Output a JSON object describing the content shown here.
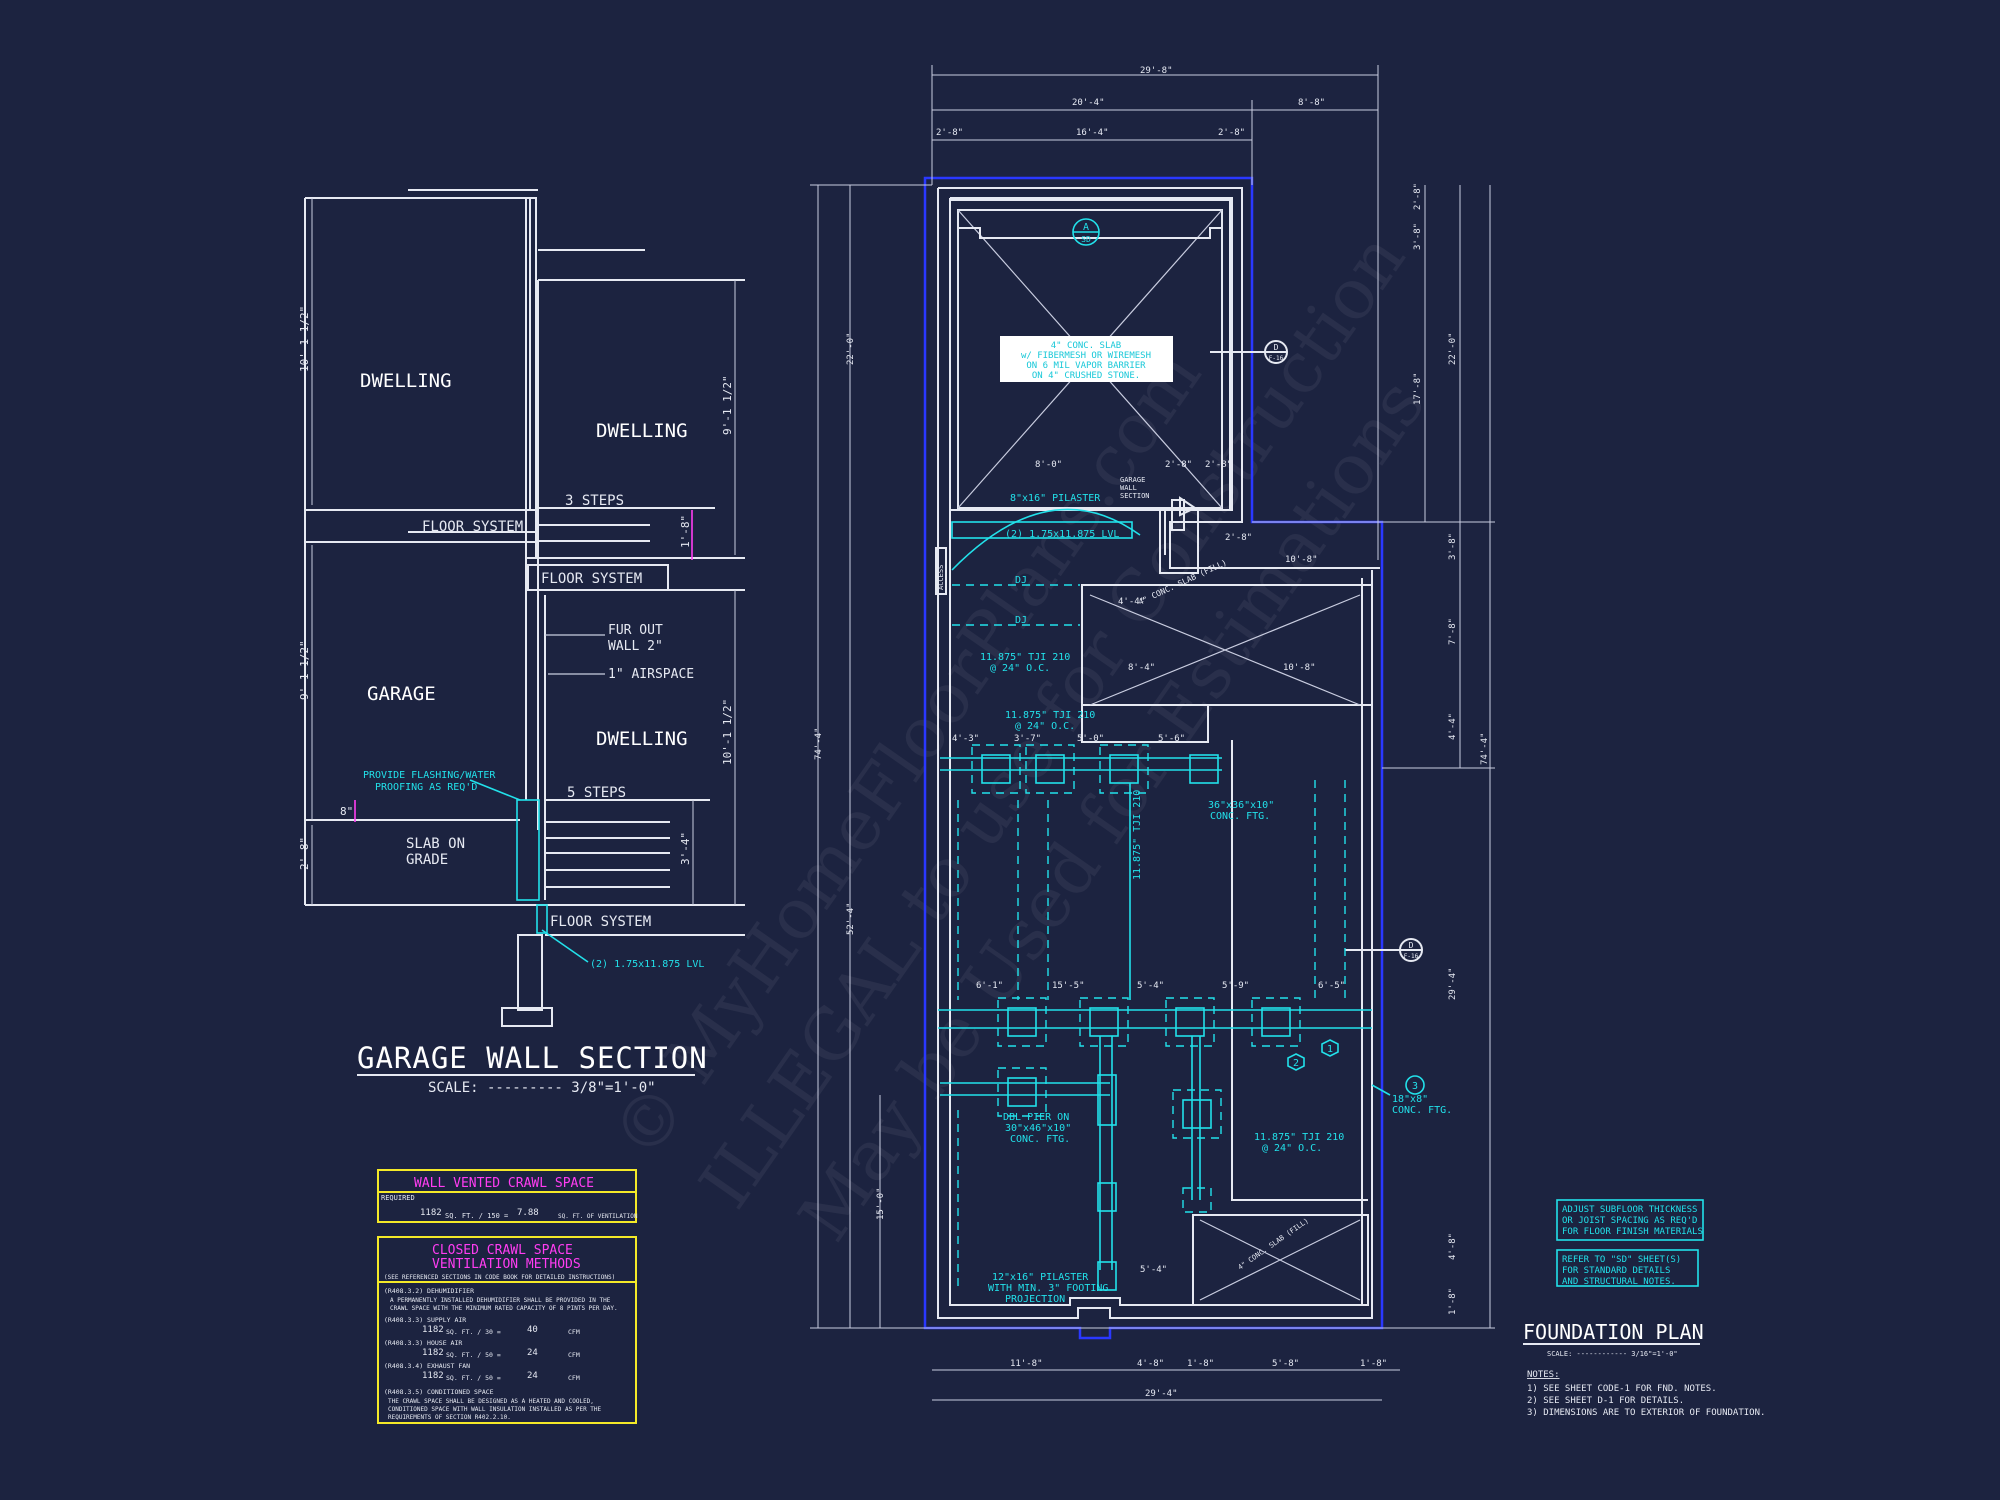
{
  "watermark": {
    "line1": "© MyHomeFloorPlans.com",
    "line2": "ILLEGAL to use for Construction",
    "line3": "May be Used for Estimations"
  },
  "section": {
    "title": "GARAGE WALL SECTION",
    "scale": "SCALE: --------- 3/8\"=1'-0\"",
    "labels": {
      "dwelling_upper_left": "DWELLING",
      "dwelling_upper_right": "DWELLING",
      "three_steps": "3 STEPS",
      "floor_system_1": "FLOOR SYSTEM",
      "floor_system_2": "FLOOR SYSTEM",
      "fur_out_1": "FUR OUT",
      "fur_out_2": "WALL 2\"",
      "airspace": "1\" AIRSPACE",
      "garage": "GARAGE",
      "dwelling_lower": "DWELLING",
      "flashing_1": "PROVIDE FLASHING/WATER",
      "flashing_2": "PROOFING AS REQ'D",
      "five_steps": "5 STEPS",
      "slab_1": "SLAB ON",
      "slab_2": "GRADE",
      "floor_system_3": "FLOOR SYSTEM",
      "lvl": "(2) 1.75x11.875 LVL"
    },
    "dims": {
      "d1": "10'-1 1/2\"",
      "d2": "9'-1 1/2\"",
      "d3": "1'-8\"",
      "d4": "9'-1 1/2\"",
      "d5": "10'-1 1/2\"",
      "d6": "8\"",
      "d7": "2'-8\"",
      "d8": "3'-4\""
    }
  },
  "crawl_vented": {
    "title": "WALL VENTED CRAWL SPACE",
    "required": "REQUIRED",
    "area": "1182",
    "calc": "SQ. FT. / 150 =",
    "result": "7.88",
    "unit": "SQ. FT. OF VENTILATION"
  },
  "crawl_closed": {
    "title1": "CLOSED CRAWL SPACE",
    "title2": "VENTILATION METHODS",
    "subtitle": "(SEE REFERENCED SECTIONS IN CODE BOOK FOR DETAILED INSTRUCTIONS)",
    "dehum_title": "(R408.3.2) DEHUMIDIFIER",
    "dehum_1": "A PERMANENTLY INSTALLED DEHUMIDIFIER SHALL BE PROVIDED IN THE",
    "dehum_2": "CRAWL SPACE WITH THE MINIMUM RATED CAPACITY OF 8 PINTS PER DAY.",
    "supply_title": "(R408.3.3) SUPPLY AIR",
    "supply_area": "1182",
    "supply_calc": "SQ. FT. / 30 =",
    "supply_val": "40",
    "supply_unit": "CFM",
    "house_title": "(R408.3.3) HOUSE AIR",
    "house_area": "1182",
    "house_calc": "SQ. FT. / 50 =",
    "house_val": "24",
    "house_unit": "CFM",
    "exhaust_title": "(R408.3.4) EXHAUST FAN",
    "exhaust_area": "1182",
    "exhaust_calc": "SQ. FT. / 50 =",
    "exhaust_val": "24",
    "exhaust_unit": "CFM",
    "cond_title": "(R408.3.5) CONDITIONED SPACE",
    "cond_1": "THE CRAWL SPACE SHALL BE DESIGNED AS A HEATED AND COOLED,",
    "cond_2": "CONDITIONED SPACE WITH WALL INSULATION INSTALLED AS PER THE",
    "cond_3": "REQUIREMENTS OF SECTION R402.2.10."
  },
  "plan": {
    "title": "FOUNDATION PLAN",
    "scale": "SCALE: ------------ 3/16\"=1'-0\"",
    "slab_note_1": "4\" CONC. SLAB",
    "slab_note_2": "w/ FIBERMESH OR WIREMESH",
    "slab_note_3": "ON 6 MIL VAPOR BARRIER",
    "slab_note_4": "ON 4\" CRUSHED STONE.",
    "pilaster": "8\"x16\" PILASTER",
    "garage_wall_1": "GARAGE",
    "garage_wall_2": "WALL",
    "garage_wall_3": "SECTION",
    "lvl": "(2) 1.75x11.875 LVL",
    "access": "ACCESS",
    "dj1": "DJ",
    "dj2": "DJ",
    "tji1_1": "11.875\" TJI 210",
    "tji1_2": "@ 24\" O.C.",
    "tji2_1": "11.875\" TJI 210",
    "tji2_2": "@ 24\" O.C.",
    "tji3_1": "11.875\" TJI 210",
    "tji3_2": "@ 24\" O.C.",
    "slab_fill": "4\" CONC. SLAB (FILL)",
    "ftg1_1": "36\"x36\"x10\"",
    "ftg1_2": "CONC. FTG.",
    "dbl_pier_1": "DBL PIER ON",
    "dbl_pier_2": "30\"x46\"x10\"",
    "dbl_pier_3": "CONC. FTG.",
    "ftg2_1": "18\"x8\"",
    "ftg2_2": "CONC. FTG.",
    "pil2_1": "12\"x16\" PILASTER",
    "pil2_2": "WITH MIN. 3\" FOOTING",
    "pil2_3": "PROJECTION",
    "slab_small": "4\" CONC. SLAB (FILL)",
    "marker_a": "A",
    "marker_a_sub": "SD",
    "marker_d1": "D",
    "marker_d1_sub": "F-16",
    "marker_d2": "D",
    "marker_d2_sub": "F-16",
    "mk1": "1",
    "mk2": "2",
    "mk3": "3",
    "dims_top": [
      "29'-8\"",
      "20'-4\"",
      "8'-8\"",
      "2'-8\"",
      "16'-4\"",
      "2'-8\""
    ],
    "dims_inner": [
      "8'-0\"",
      "2'-8\"",
      "2'-8\"",
      "2'-8\"",
      "10'-8\"",
      "4'-4\"",
      "8'-4\"",
      "10'-8\"",
      "4'-3\"",
      "3'-7\"",
      "5'-0\"",
      "5'-6\"",
      "6'-1\"",
      "15'-5\"",
      "5'-4\"",
      "5'-9\"",
      "6'-5\"",
      "5'-4\""
    ],
    "dims_bottom": [
      "11'-8\"",
      "4'-8\"",
      "1'-8\"",
      "5'-8\"",
      "1'-8\"",
      "29'-4\""
    ],
    "dims_left": [
      "22'-0\"",
      "74'-4\"",
      "52'-4\"",
      "15'-0\""
    ],
    "dims_right": [
      "2'-8\"",
      "3'-8\"",
      "22'-0\"",
      "17'-8\"",
      "3'-8\"",
      "7'-8\"",
      "4'-4\"",
      "74'-4\"",
      "29'-4\"",
      "4'-8\"",
      "1'-8\""
    ]
  },
  "side_notes": {
    "box1_1": "ADJUST SUBFLOOR THICKNESS",
    "box1_2": "OR JOIST SPACING AS REQ'D",
    "box1_3": "FOR FLOOR FINISH MATERIALS",
    "box2_1": "REFER TO \"SD\" SHEET(S)",
    "box2_2": "FOR STANDARD DETAILS",
    "box2_3": "AND STRUCTURAL NOTES."
  },
  "notes": {
    "heading": "NOTES:",
    "n1": "1) SEE SHEET CODE-1 FOR FND. NOTES.",
    "n2": "2) SEE SHEET D-1 FOR DETAILS.",
    "n3": "3) DIMENSIONS ARE TO EXTERIOR OF FOUNDATION."
  }
}
